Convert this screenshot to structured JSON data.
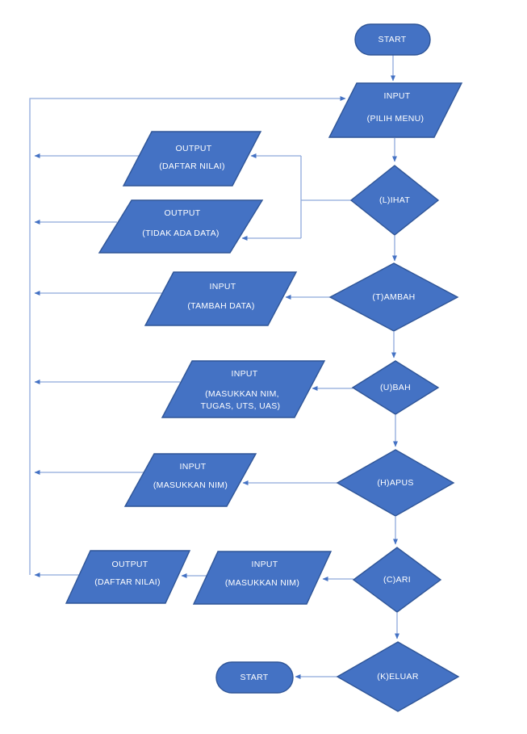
{
  "diagram": {
    "type": "flowchart",
    "colors": {
      "shape_fill": "#4472C4",
      "shape_border": "#2F5597",
      "connector": "#8EA9DB",
      "arrowhead": "#4472C4",
      "label_text": "#FFFFFF",
      "background": "#FFFFFF"
    },
    "nodes": {
      "start_top": {
        "label": "START"
      },
      "input_menu": {
        "line1": "INPUT",
        "line2": "(PILIH MENU)"
      },
      "lihat": {
        "label": "(L)IHAT"
      },
      "out_daftar1": {
        "line1": "OUTPUT",
        "line2": "(DAFTAR NILAI)"
      },
      "out_tidak": {
        "line1": "OUTPUT",
        "line2": "(TIDAK ADA DATA)"
      },
      "tambah": {
        "line1": "(T)AMBAH"
      },
      "in_tambah": {
        "line1": "INPUT",
        "line2": "(TAMBAH DATA)"
      },
      "ubah": {
        "label": "(U)BAH"
      },
      "in_ubah": {
        "line1": "INPUT",
        "line2": "(MASUKKAN NIM,",
        "line3": "TUGAS, UTS, UAS)"
      },
      "hapus": {
        "label": "(H)APUS"
      },
      "in_hapus": {
        "line1": "INPUT",
        "line2": "(MASUKKAN NIM)"
      },
      "cari": {
        "label": "(C)ARI"
      },
      "out_daftar2": {
        "line1": "OUTPUT",
        "line2": "(DAFTAR NILAI)"
      },
      "in_cari": {
        "line1": "INPUT",
        "line2": "(MASUKKAN NIM)"
      },
      "keluar": {
        "label": "(K)ELUAR"
      },
      "start_bottom": {
        "label": "START"
      }
    }
  }
}
